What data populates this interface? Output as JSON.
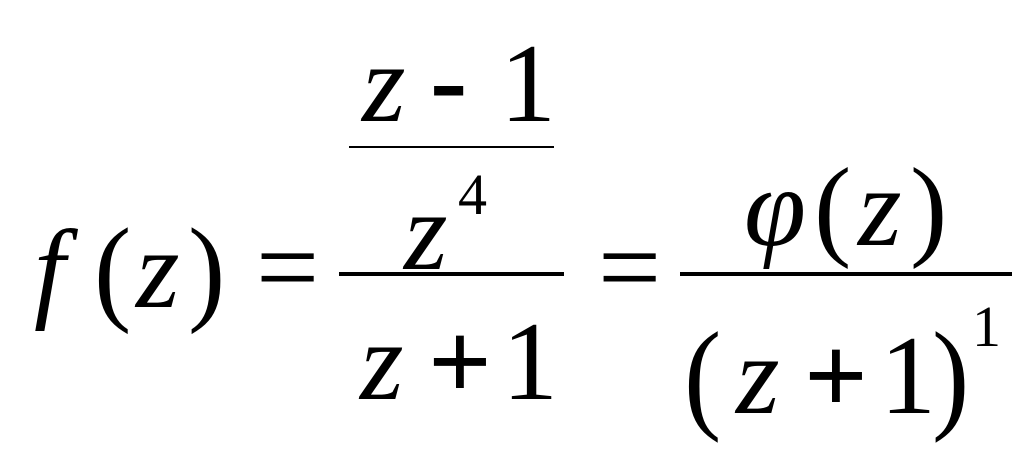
{
  "equation": {
    "lhs": {
      "func": "f",
      "lparen": "(",
      "var": "z",
      "rparen": ")"
    },
    "eq1": "=",
    "middle": {
      "numerator": {
        "top": {
          "var": "z",
          "op": "-",
          "const": "1"
        },
        "bottom": {
          "var": "z",
          "exponent": "4"
        }
      },
      "denominator": {
        "var": "z",
        "op": "+",
        "const": "1"
      }
    },
    "eq2": "=",
    "rhs": {
      "numerator": {
        "func": "φ",
        "lparen": "(",
        "var": "z",
        "rparen": ")"
      },
      "denominator": {
        "lparen": "(",
        "var": "z",
        "op": "+",
        "const": "1",
        "rparen": ")",
        "exponent": "1"
      }
    }
  }
}
